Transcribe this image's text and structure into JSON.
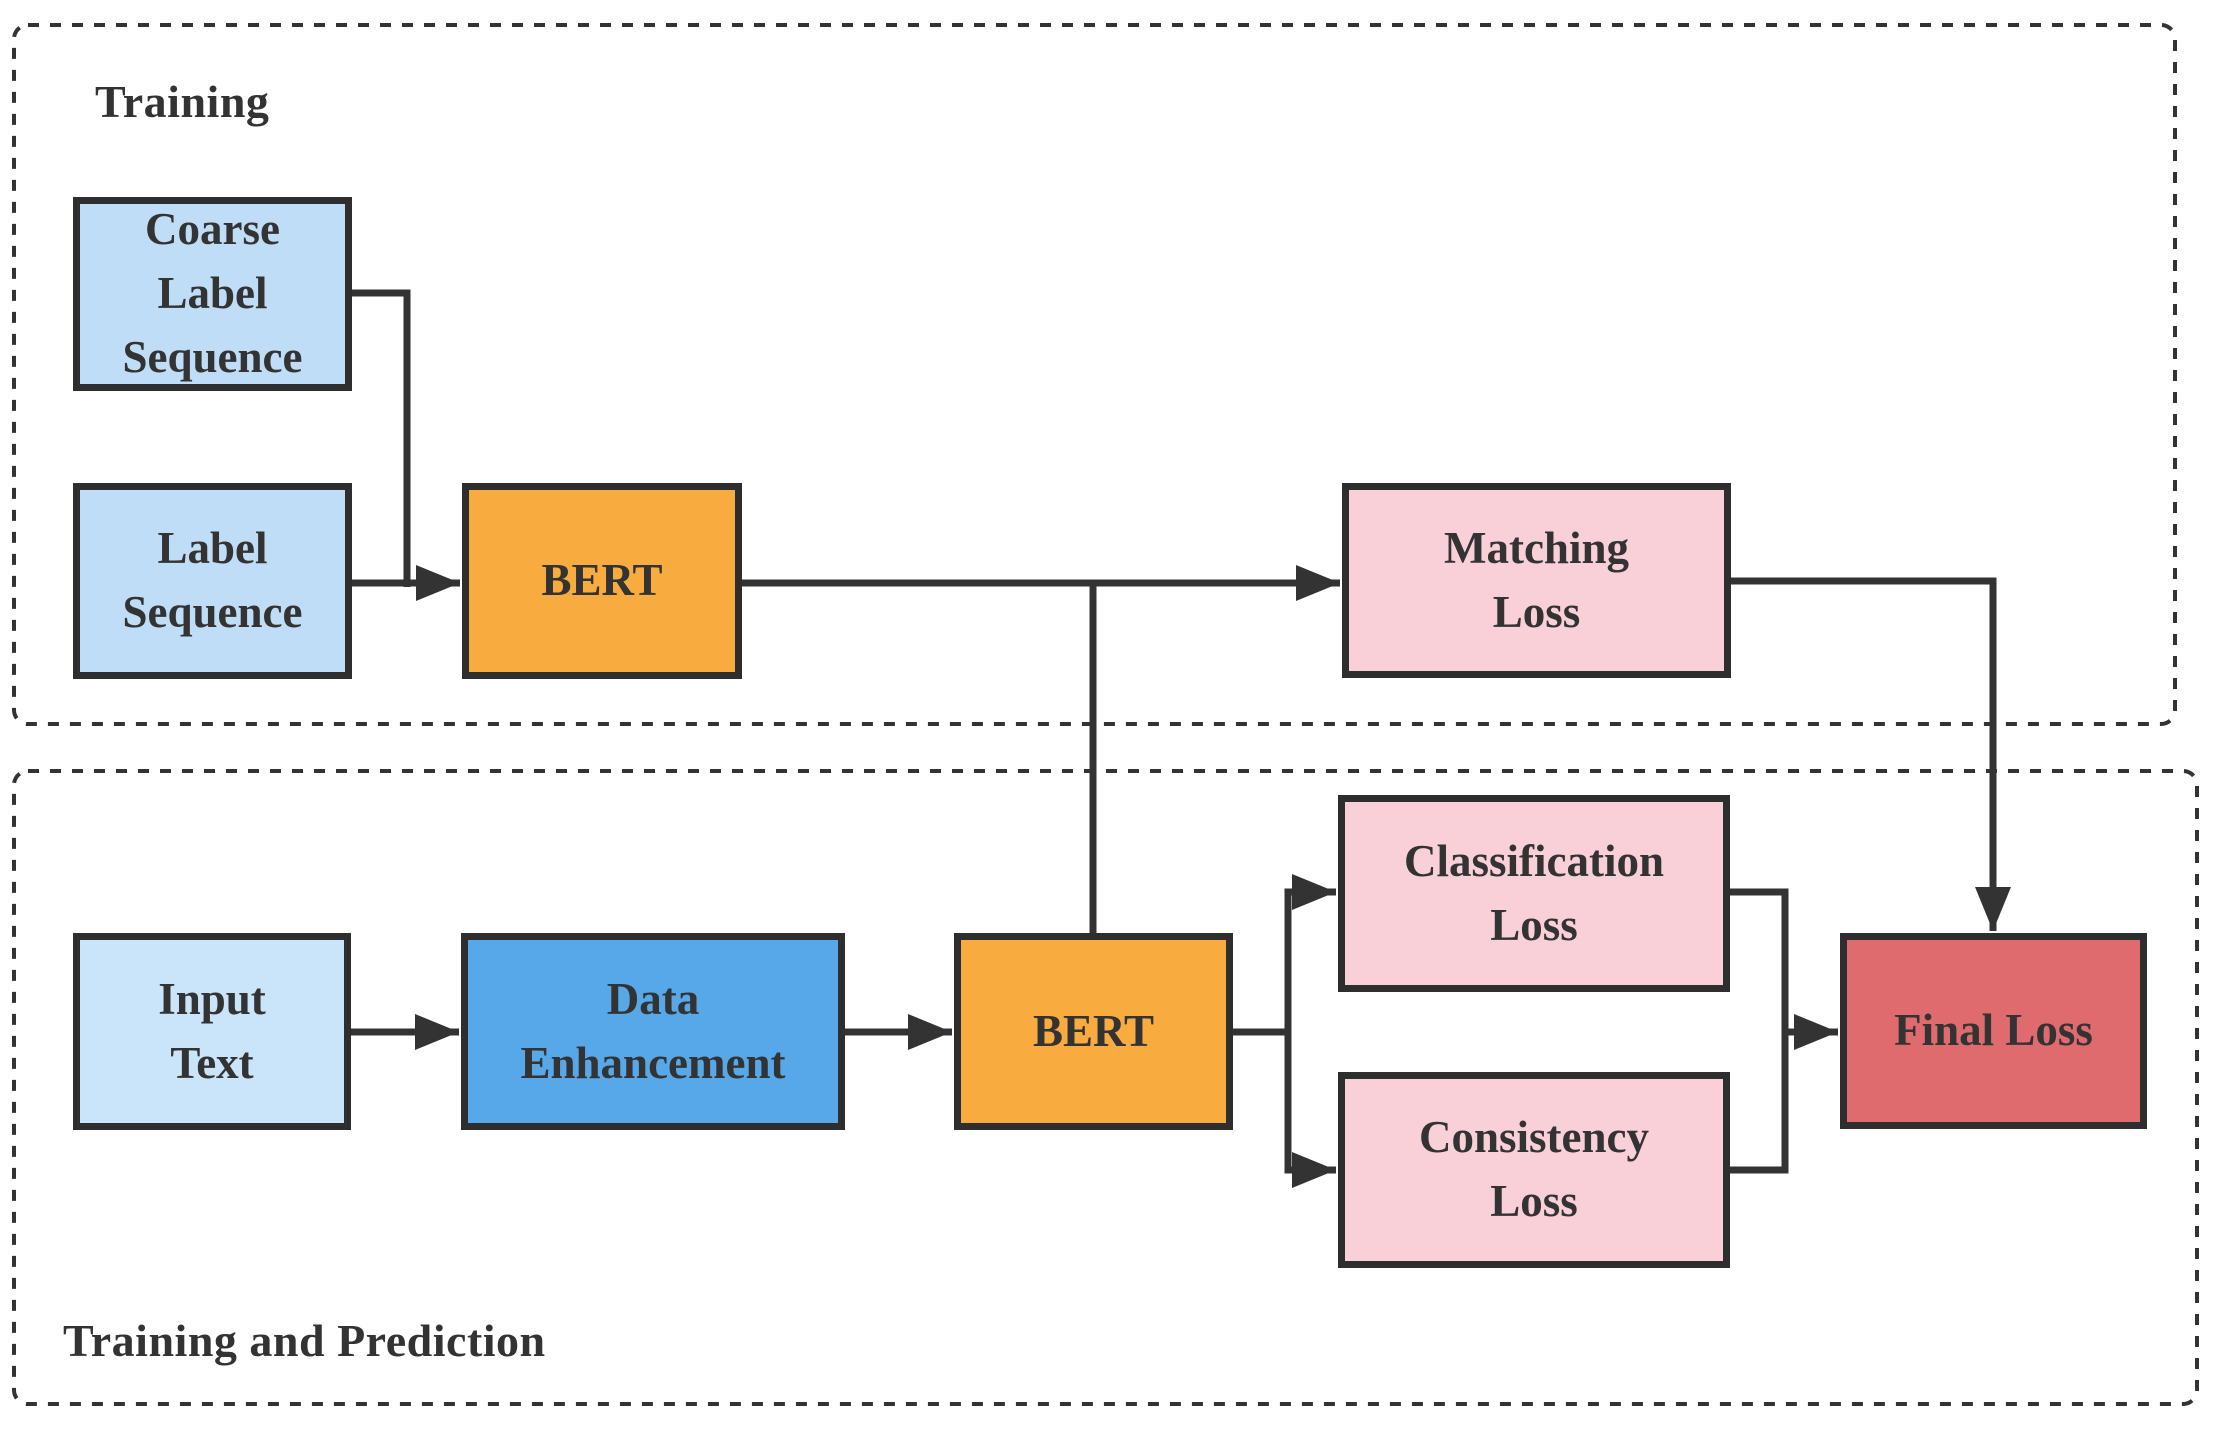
{
  "sections": {
    "training": {
      "label": "Training"
    },
    "training_prediction": {
      "label": "Training and Prediction"
    }
  },
  "nodes": {
    "coarse_label_sequence": {
      "label": "Coarse\nLabel\nSequence",
      "fill": "#BFDDF6"
    },
    "label_sequence": {
      "label": "Label\nSequence",
      "fill": "#BFDDF6"
    },
    "bert_training": {
      "label": "BERT",
      "fill": "#F8AC40"
    },
    "matching_loss": {
      "label": "Matching\nLoss",
      "fill": "#F9CFD8"
    },
    "input_text": {
      "label": "Input\nText",
      "fill": "#CAE4F9"
    },
    "data_enhancement": {
      "label": "Data\nEnhancement",
      "fill": "#57A8E8"
    },
    "bert_prediction": {
      "label": "BERT",
      "fill": "#F8AC40"
    },
    "classification_loss": {
      "label": "Classification\nLoss",
      "fill": "#F9CFD8"
    },
    "consistency_loss": {
      "label": "Consistency\nLoss",
      "fill": "#F9CFD8"
    },
    "final_loss": {
      "label": "Final Loss",
      "fill": "#DF6B6E"
    }
  },
  "colors": {
    "background": "#FFFFFF",
    "box_outline": "#2E2E2E",
    "container_outline": "#333333",
    "connector": "#333333",
    "text": "#333333",
    "light_blue": "#BFDDF6",
    "lighter_blue": "#CAE4F9",
    "medium_blue": "#57A8E8",
    "orange": "#F8AC40",
    "pink": "#F9CFD8",
    "red": "#DF6B6E"
  }
}
